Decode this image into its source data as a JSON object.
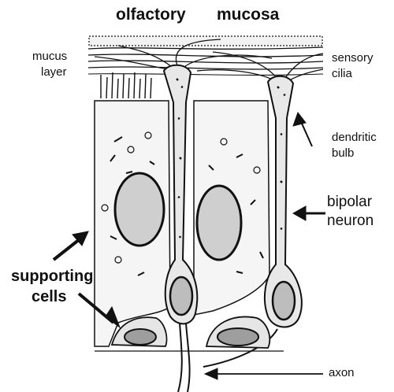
{
  "title": {
    "left": "olfactory",
    "right": "mucosa"
  },
  "labels": {
    "mucus_line1": "mucus",
    "mucus_line2": "layer",
    "sensory_line1": "sensory",
    "sensory_line2": "cilia",
    "dendritic_line1": "dendritic",
    "dendritic_line2": "bulb",
    "bipolar_line1": "bipolar",
    "bipolar_line2": "neuron",
    "supporting_line1": "supporting",
    "supporting_line2": "cells",
    "axon": "axon"
  },
  "colors": {
    "ink": "#111111",
    "paper": "#ffffff",
    "stipple": "#333333"
  }
}
